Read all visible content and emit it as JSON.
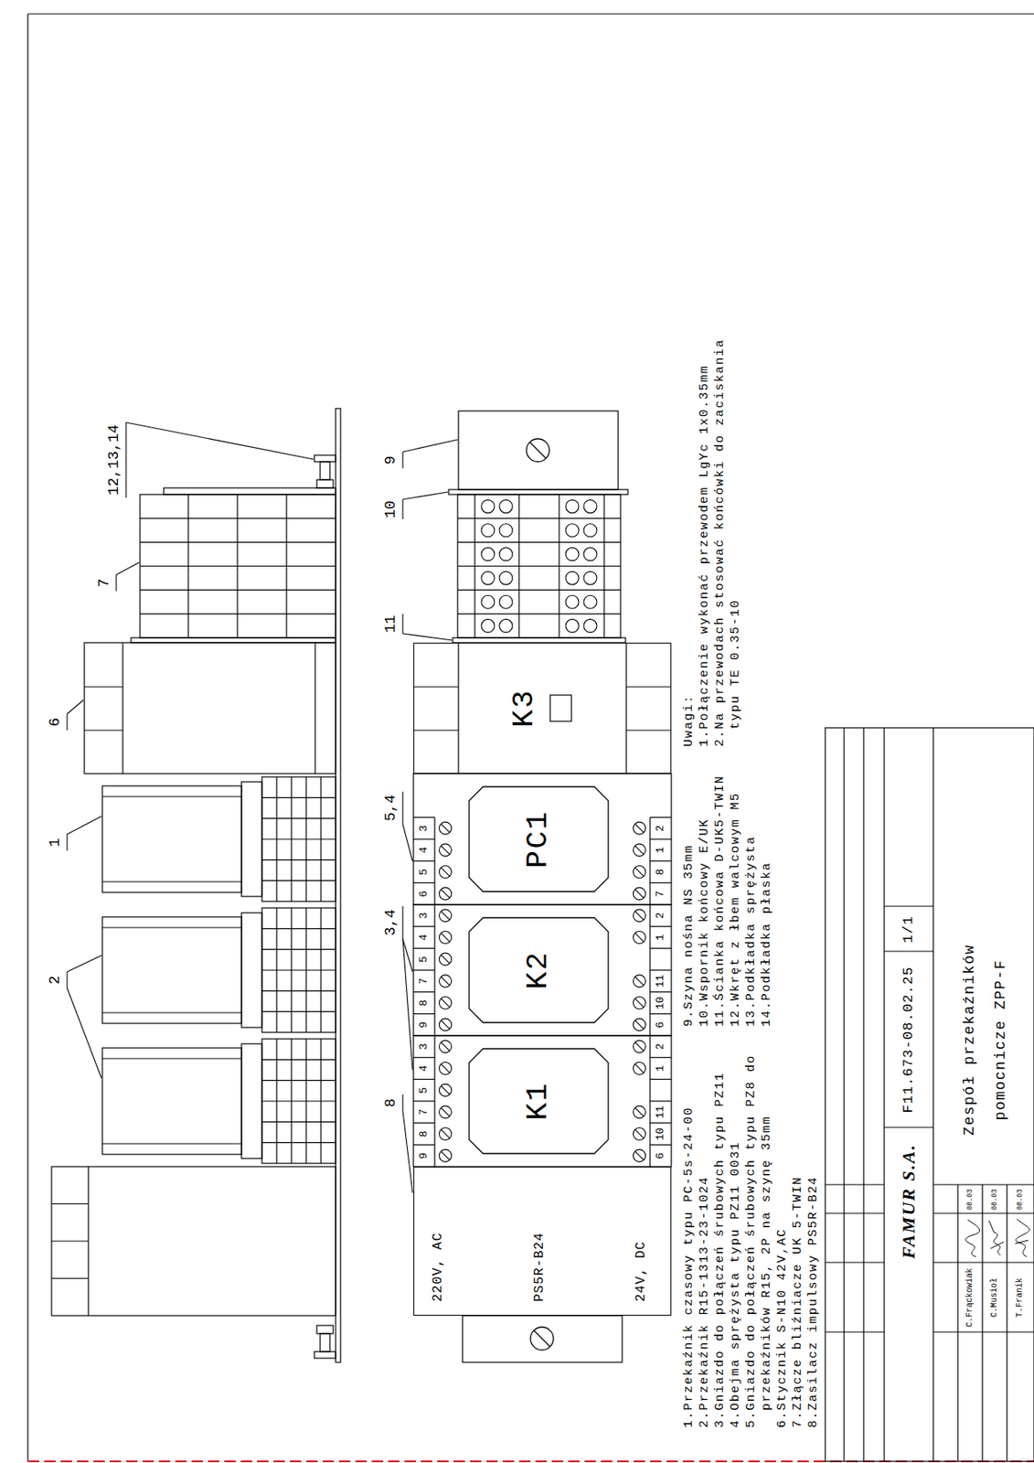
{
  "diagram": {
    "title": "Zespół przekaźników pomocnicze ZPP-F",
    "nodes": [
      {
        "text": [
          "220V, AC",
          "PS5R-B24",
          "24V, DC"
        ]
      },
      {
        "text": [
          "K1"
        ]
      },
      {
        "text": [
          "K2"
        ]
      },
      {
        "text": [
          "PC1"
        ]
      },
      {
        "text": [
          "K3"
        ]
      }
    ],
    "labels": [
      "1",
      "2",
      "6",
      "7",
      "12,13,14",
      "8",
      "3,4",
      "5,4",
      "11",
      "10",
      "9",
      "9",
      "8",
      "7",
      "5",
      "4",
      "3",
      "6",
      "10",
      "11",
      "1",
      "2",
      "9",
      "8",
      "7",
      "5",
      "4",
      "3",
      "6",
      "10",
      "11",
      "1",
      "2",
      "6",
      "5",
      "4",
      "3",
      "7",
      "8",
      "1",
      "2",
      "1.Przekaźnik czasowy typu PC-5s-24-00",
      "2.Przekaźnik R15-1313-23-1024",
      "3.Gniazdo do połączeń śrubowych typu PZ11",
      "4.Obejma sprężysta typu PZ11 0031",
      "5.Gniazdo do połączeń śrubowych typu PZ8 do przekaźników R15, 2P na szynę 35mm",
      "6.Stycznik S-N10 42V,AC",
      "7.Złącze bliźniacze UK 5-TWIN",
      "8.Zasilacz impulsowy PS5R-B24",
      "9.Szyna nośna NS 35mm",
      "10.Wspornik końcowy E/UK",
      "11.Ścianka końcowa D-UK5-TWIN",
      "12.Wkręt z łbem walcowym M5",
      "13.Podkładka sprężysta",
      "14.Podkładka płaska",
      "Uwagi:",
      "1.Połączenie wykonać przewodem LgYc 1x0.35mm",
      "2.Na przewodach stosować końcówki do zaciskania typu TE 0.35-10",
      "FAMUR S.A.",
      "F11.673-08.02.25",
      "1/1",
      "C.Frąckowiak",
      "C.Musioł",
      "T.Franik",
      "08.03",
      "08.03",
      "08.03"
    ]
  }
}
